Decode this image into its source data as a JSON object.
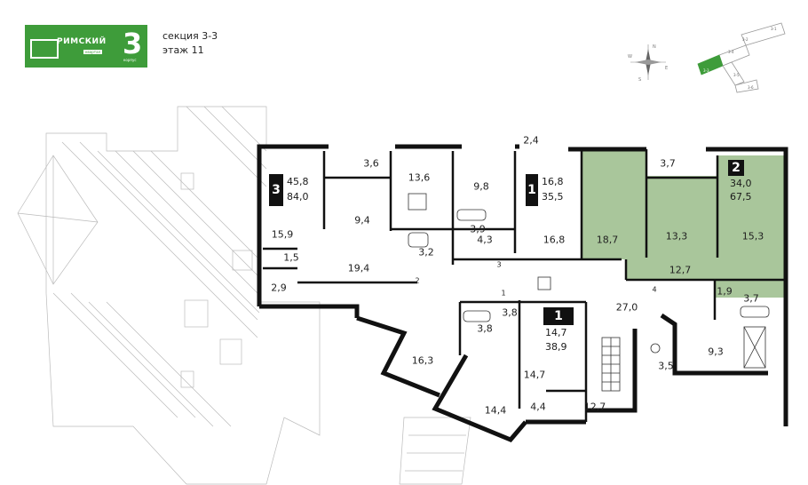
{
  "brand": {
    "name": "РИМСКИЙ",
    "sub": "квартал",
    "building_number": "3",
    "building_label": "корпус"
  },
  "header": {
    "section": "секция 3-3",
    "floor": "этаж 11"
  },
  "compass": {
    "letters": [
      "N",
      "S",
      "W",
      "E"
    ]
  },
  "site_plan": {
    "labels": [
      "3-1",
      "3-2",
      "3-3",
      "3-4",
      "3-5",
      "3-6"
    ]
  },
  "apartments": [
    {
      "rooms": "3",
      "area_living": "45,8",
      "area_total": "84,0",
      "highlighted": false
    },
    {
      "rooms": "1",
      "area_living": "16,8",
      "area_total": "35,5",
      "highlighted": false
    },
    {
      "rooms": "2",
      "area_living": "34,0",
      "area_total": "67,5",
      "highlighted": true
    },
    {
      "rooms": "1",
      "area_living": "14,7",
      "area_total": "38,9",
      "highlighted": false
    }
  ],
  "room_areas": [
    "3,6",
    "13,6",
    "9,8",
    "2,4",
    "3,7",
    "15,9",
    "9,4",
    "3,9",
    "3,2",
    "4,3",
    "16,8",
    "18,7",
    "13,3",
    "15,3",
    "1,5",
    "19,4",
    "12,7",
    "2,9",
    "1,9",
    "3,7",
    "27,0",
    "3,8",
    "3,8",
    "9,3",
    "16,3",
    "14,7",
    "3,5",
    "14,4",
    "4,4",
    "12,7"
  ],
  "markers": [
    "2",
    "3",
    "1",
    "4"
  ],
  "colors": {
    "highlight": "#a9c69b",
    "brand": "#3e9c3a",
    "wall": "#111111"
  }
}
